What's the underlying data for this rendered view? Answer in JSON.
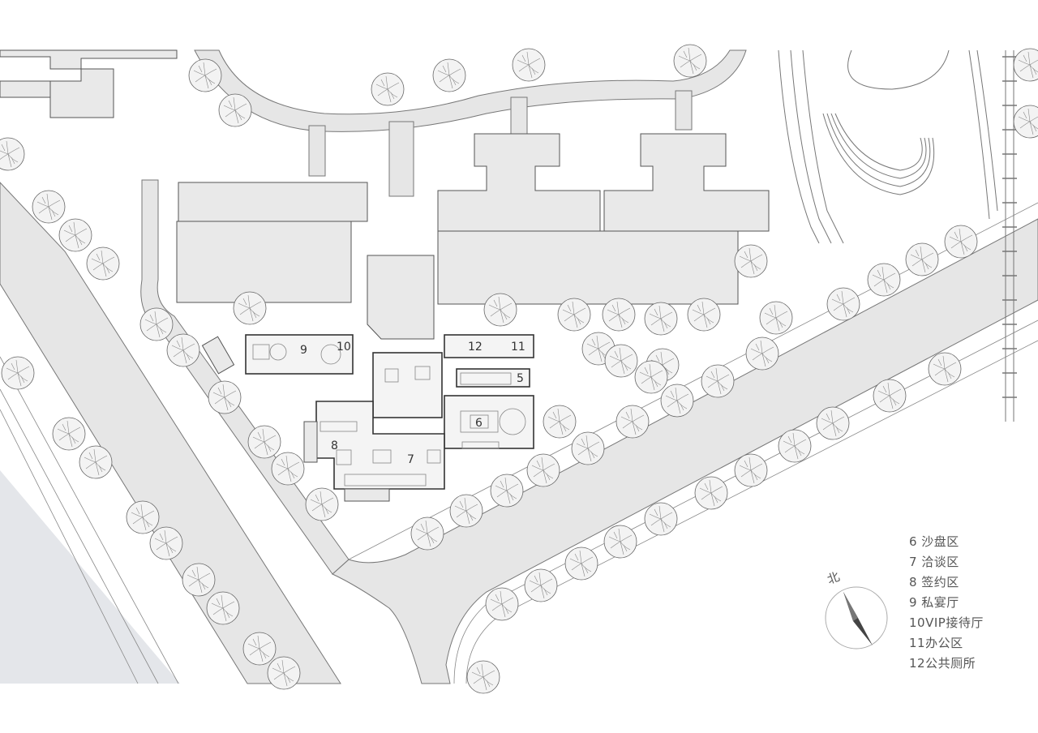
{
  "legend": {
    "items": [
      {
        "num": "6",
        "label": "沙盘区",
        "text": "6 沙盘区"
      },
      {
        "num": "7",
        "label": "洽谈区",
        "text": "7 洽谈区"
      },
      {
        "num": "8",
        "label": "签约区",
        "text": "8 签约区"
      },
      {
        "num": "9",
        "label": "私宴厅",
        "text": "9 私宴厅"
      },
      {
        "num": "10",
        "label": "VIP接待厅",
        "text": "10VIP接待厅"
      },
      {
        "num": "11",
        "label": "办公区",
        "text": "11办公区"
      },
      {
        "num": "12",
        "label": "公共厕所",
        "text": "12公共厕所"
      }
    ]
  },
  "compass": {
    "label": "北"
  },
  "room_labels": {
    "r5": "5",
    "r6": "6",
    "r7": "7",
    "r8": "8",
    "r9": "9",
    "r10": "10",
    "r11": "11",
    "r12": "12"
  },
  "colors": {
    "road": "#e6e6e6",
    "building": "#e9e9e9",
    "water": "#e4e6ea",
    "line": "#555555"
  }
}
